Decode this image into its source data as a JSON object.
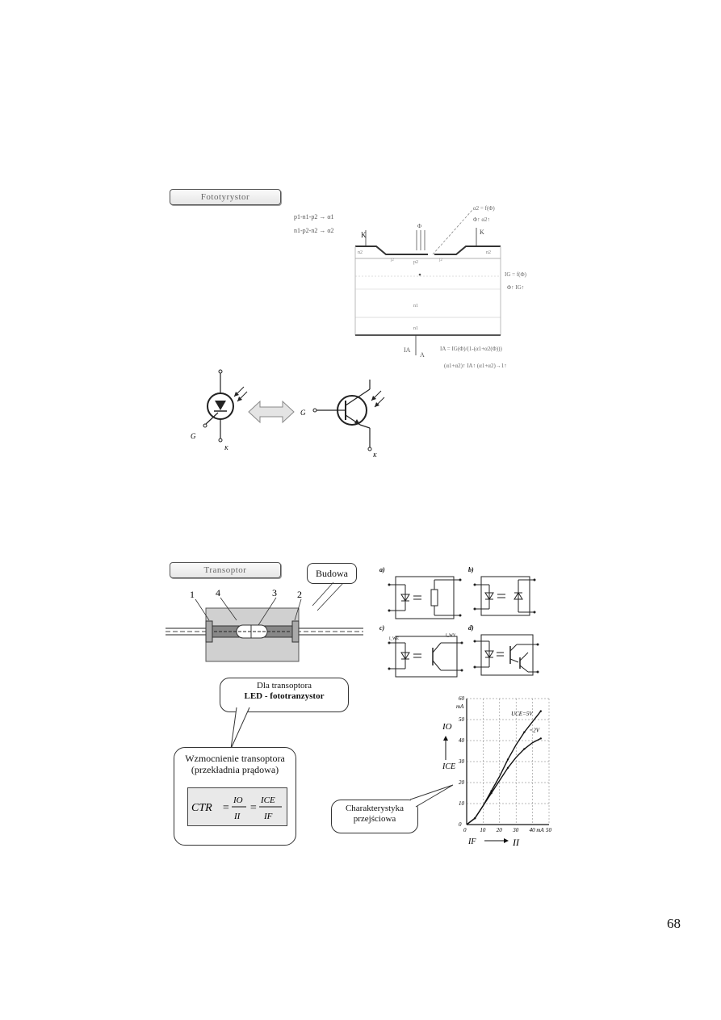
{
  "fotot": {
    "title": "Fototyrystor",
    "left_legend": {
      "line1": "p1-n1-p2",
      "alpha1": "α1",
      "line2": "n1-p2-n2",
      "alpha2": "α2"
    },
    "top_labels": {
      "K_left": "K",
      "phi": "Φ",
      "K_right": "K",
      "a2_eq": "α2 = f(Φ)",
      "phi_up": "Φ↑ α2↑"
    },
    "layers": {
      "n2_left": "n2",
      "p2": "p2",
      "n2_right": "n2",
      "n1": "n1",
      "n1b": "n1",
      "j1": "j2",
      "j2": "j2"
    },
    "right_labels": {
      "ig": "IG = f(Φ)",
      "phi_ig": "Φ↑ IG↑"
    },
    "bottom": {
      "ia": "IA",
      "a": "A",
      "eq1": "IA = IG(Φ)/(1-(α1+α2(Φ)))",
      "eq2": "(α1+α2)↑ IA↑  (α1+α2)→1↑"
    },
    "symbols": {
      "G_left": "G",
      "K_left": "K",
      "G_right": "G",
      "K_right": "K"
    }
  },
  "transoptor": {
    "title": "Transoptor",
    "budowa": "Budowa",
    "parts": {
      "p1": "1",
      "p4": "4",
      "p3": "3",
      "p2": "2"
    },
    "variants": {
      "a": "a)",
      "b": "b)",
      "c": "c)",
      "d": "d)",
      "c_in": "I_WE",
      "c_out": "I_WY"
    },
    "callout_led_line1": "Dla transoptora",
    "callout_led_line2": "LED - fototranzystor",
    "callout_gain_line1": "Wzmocnienie transoptora",
    "callout_gain_line2": "(przekładnia prądowa)",
    "formula": {
      "ctr": "CTR",
      "eq": "=",
      "io": "IO",
      "ii": "II",
      "ice": "ICE",
      "if": "IF"
    },
    "callout_char_line1": "Charakterystyka",
    "callout_char_line2": "przejściowa"
  },
  "chart_data": {
    "type": "line",
    "x_unit": "mA",
    "y_unit": "mA",
    "xlim": [
      0,
      50
    ],
    "ylim": [
      0,
      60
    ],
    "x_ticks": [
      "0",
      "10",
      "20",
      "30",
      "40 mA",
      "50"
    ],
    "y_ticks": [
      "0",
      "10",
      "20",
      "30",
      "40",
      "50",
      "60"
    ],
    "y_unit_label": "mA",
    "xlabel": "IF",
    "xlabel2": "II",
    "ylabel": "IO",
    "ylabel2": "ICE",
    "grid": true,
    "series": [
      {
        "name": "UCE=5V",
        "x": [
          0,
          5,
          10,
          15,
          20,
          25,
          30,
          35,
          40,
          45
        ],
        "y": [
          0,
          3,
          9,
          16,
          23,
          31,
          38,
          44,
          49,
          54
        ]
      },
      {
        "name": "=2V",
        "x": [
          0,
          5,
          10,
          15,
          20,
          25,
          30,
          35,
          40,
          45
        ],
        "y": [
          0,
          3,
          9,
          15,
          21,
          27,
          32,
          36,
          39,
          41
        ]
      }
    ]
  },
  "page_number": "68"
}
